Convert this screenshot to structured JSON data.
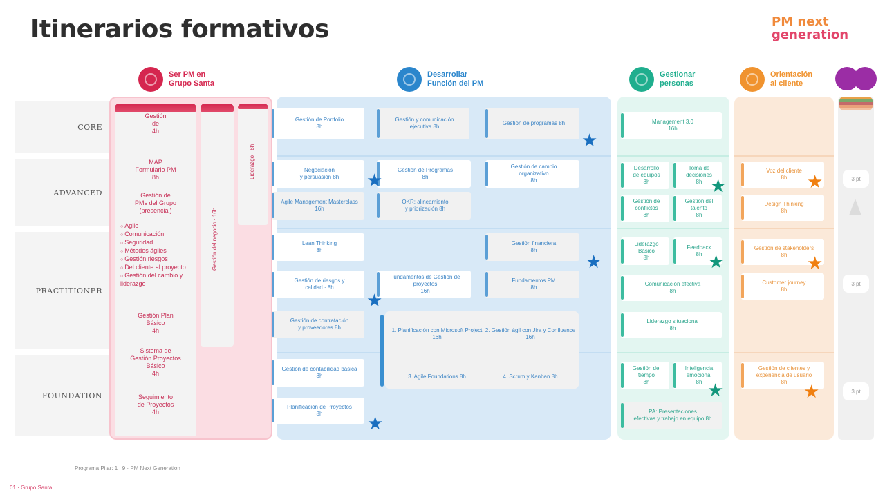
{
  "title": "Itinerarios formativos",
  "logo": {
    "line1": "PM next",
    "line2": "generation"
  },
  "colors": {
    "red": "#d5264f",
    "blue": "#2b86cc",
    "green": "#1fae8e",
    "orange": "#f0932f",
    "purple": "#9b2da5"
  },
  "sections": [
    {
      "id": "red",
      "label": "Ser PM en\nGrupo Santa",
      "color": "#d5264f"
    },
    {
      "id": "blue",
      "label": "Desarrollar\nFunción del PM",
      "color": "#2b86cc"
    },
    {
      "id": "green",
      "label": "Gestionar\npersonas",
      "color": "#1fae8e"
    },
    {
      "id": "orange",
      "label": "Orientación\nal cliente",
      "color": "#f0932f"
    }
  ],
  "rows": [
    {
      "label": "CORE"
    },
    {
      "label": "ADVANCED"
    },
    {
      "label": "PRACTITIONER"
    },
    {
      "label": "FOUNDATION"
    }
  ],
  "red_section": {
    "col1_blocks": [
      "Gestión\nde\n4h",
      "MAP\nFormulario PM\n8h",
      "Gestión de\nPMs del Grupo\n(presencial)"
    ],
    "col1_list": [
      "Agile",
      "Comunicación",
      "Seguridad",
      "Métodos ágiles",
      "Gestión riesgos",
      "Del cliente al proyecto",
      "Gestión del cambio y liderazgo"
    ],
    "col1_lower": [
      "Gestión Plan\nBásico\n4h",
      "Sistema de\nGestión Proyectos\nBásico\n4h",
      "Seguimiento\nde Proyectos\n4h"
    ],
    "col2_vertical": "Gestión del negocio · 16h",
    "col3_vertical": "Liderazgo · 8h"
  },
  "blue_section": {
    "cards": [
      {
        "text": "Gestión de Portfolio\n8h",
        "style": "white"
      },
      {
        "text": "Gestión y comunicación\nejecutiva 8h",
        "style": "grey"
      },
      {
        "text": "Gestión de programas 8h",
        "style": "grey"
      },
      {
        "text": "Negociación\ny persuasión 8h",
        "style": "white"
      },
      {
        "text": "Gestión de Programas\n8h",
        "style": "white"
      },
      {
        "text": "Gestión de cambio\norganizativo\n8h",
        "style": "white"
      },
      {
        "text": "Agile Management Masterclass\n16h",
        "style": "grey"
      },
      {
        "text": "OKR: alineamiento\ny priorización 8h",
        "style": "grey"
      },
      {
        "text": "Lean Thinking\n8h",
        "style": "white"
      },
      {
        "text": "Gestión financiera\n8h",
        "style": "grey"
      },
      {
        "text": "Gestión de riesgos y\ncalidad · 8h",
        "style": "white"
      },
      {
        "text": "Fundamentos de Gestión de\nproyectos\n16h",
        "style": "white"
      },
      {
        "text": "Fundamentos PM\n8h",
        "style": "grey"
      },
      {
        "text": "Gestión de contratación\ny proveedores 8h",
        "style": "grey"
      },
      {
        "text": "Gestión de contabilidad básica\n8h",
        "style": "white"
      },
      {
        "text": "Planificación de Proyectos\n8h",
        "style": "white"
      }
    ],
    "group_items": [
      "1. Planificación con Microsoft Project\n16h",
      "2. Gestión ágil con Jira y Confluence\n16h",
      "3. Agile Foundations 8h",
      "4. Scrum y Kanban 8h"
    ]
  },
  "green_section": {
    "cards": [
      "Management 3.0\n16h",
      "Desarrollo\nde equipos\n8h",
      "Toma de\ndecisiones\n8h",
      "Gestión de\nconflictos\n8h",
      "Gestión del\ntalento\n8h",
      "Liderazgo\nBásico\n8h",
      "Feedback\n8h",
      "Comunicación efectiva\n8h",
      "Liderazgo situacional\n8h",
      "Gestión del\ntiempo\n8h",
      "Inteligencia\nemocional\n8h",
      "PA: Presentaciones\nefectivas y trabajo en equipo 8h"
    ]
  },
  "orange_section": {
    "cards": [
      "Voz del cliente\n8h",
      "Design Thinking\n8h",
      "Gestión de stakeholders\n8h",
      "Customer journey\n8h",
      "Gestión de clientes y\nexperiencia de usuario\n8h"
    ]
  },
  "right_column": {
    "stripe_colors": [
      "#e8a24a",
      "#7aa86a",
      "#c46a6a",
      "#e9a07a",
      "#f2c0a0"
    ],
    "badges": [
      "3 pt",
      "3 pt",
      "3 pt"
    ]
  },
  "footnote": "Programa Pilar: 1 | 9 · PM Next Generation",
  "footer": "01 · Grupo Santa"
}
